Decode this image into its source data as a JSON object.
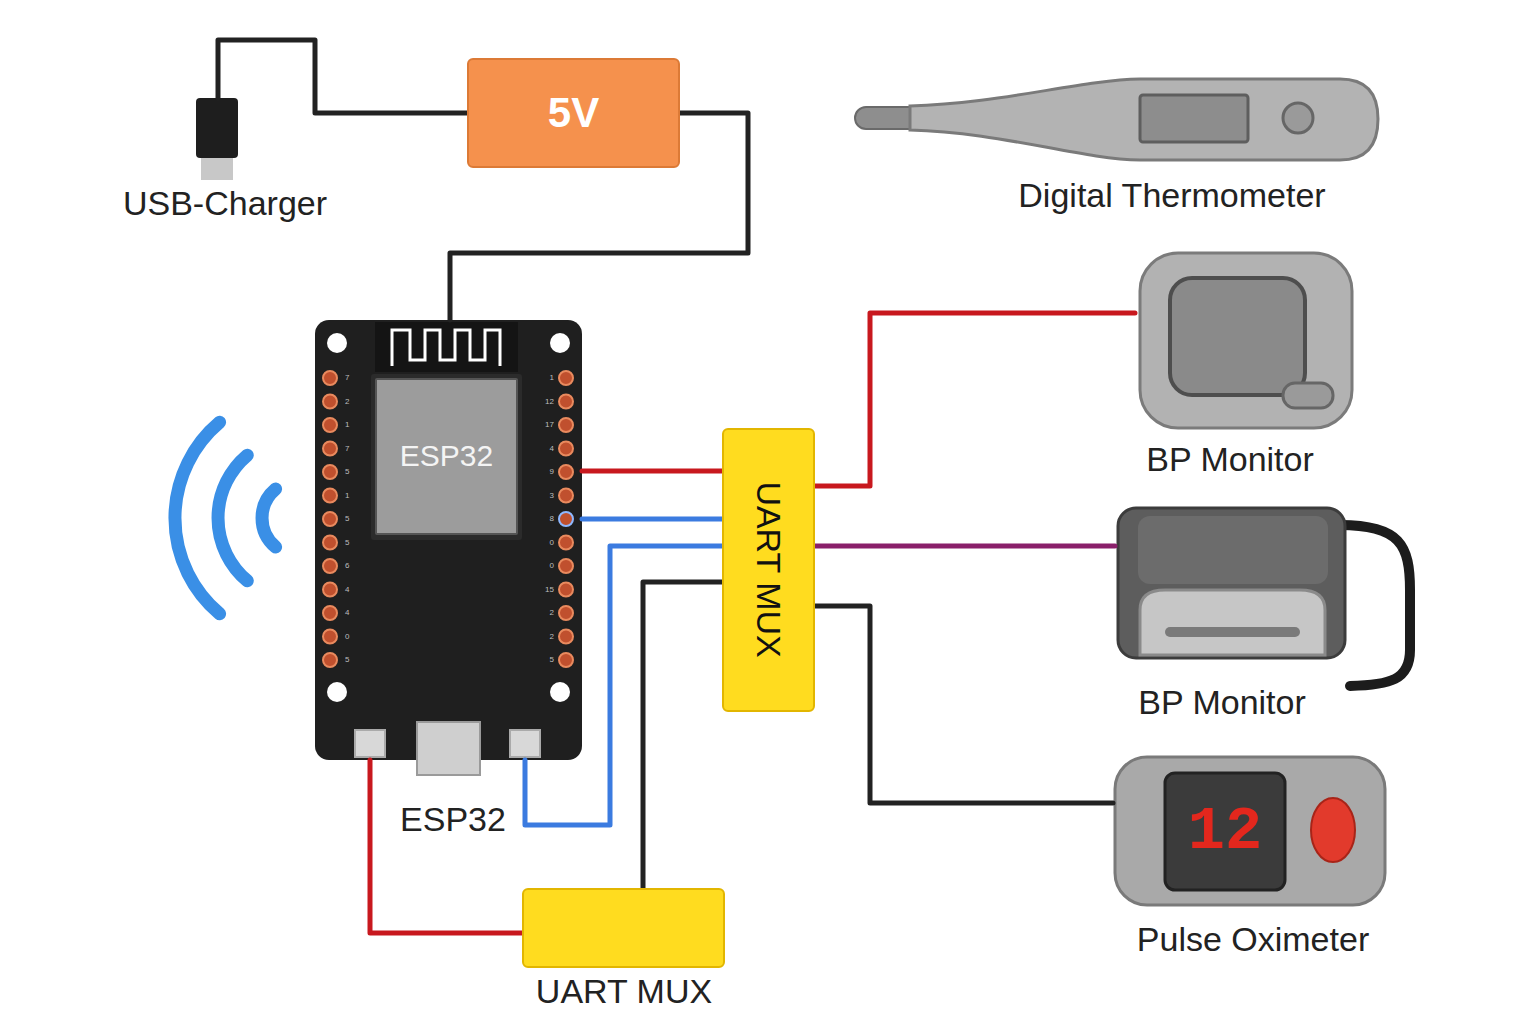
{
  "diagram": {
    "nodes": [
      {
        "text": [
          "USB-Charger"
        ]
      },
      {
        "text": [
          "5V"
        ]
      },
      {
        "text": [
          "Digital Thermometer"
        ]
      },
      {
        "text": [
          "ESP32"
        ]
      },
      {
        "text": [
          "ESP32"
        ],
        "in": 3
      },
      {
        "text": [
          "UART MUX"
        ]
      },
      {
        "text": [
          "BP Monitor"
        ]
      },
      {
        "text": [
          "BP Monitor"
        ]
      },
      {
        "text": [
          "Pulse Oximeter"
        ]
      },
      {
        "text": [
          "UART MUX"
        ]
      }
    ],
    "edges": [
      {
        "from": 0,
        "to": 1,
        "arrow": "none"
      },
      {
        "from": 1,
        "to": 3,
        "arrow": "none"
      },
      {
        "from": 3,
        "to": 5,
        "arrow": "none"
      },
      {
        "from": 3,
        "to": 5,
        "arrow": "none"
      },
      {
        "from": 3,
        "to": 5,
        "arrow": "none"
      },
      {
        "from": 3,
        "to": 9,
        "arrow": "none"
      },
      {
        "from": 9,
        "to": 5,
        "arrow": "none"
      },
      {
        "from": 5,
        "to": 6,
        "arrow": "none"
      },
      {
        "from": 5,
        "to": 7,
        "arrow": "none"
      },
      {
        "from": 5,
        "to": 8,
        "arrow": "none"
      }
    ],
    "labels": [
      "7",
      "2",
      "1",
      "7",
      "5",
      "1",
      "5",
      "5",
      "6",
      "4",
      "4",
      "0",
      "5",
      "1",
      "12",
      "17",
      "4",
      "9",
      "3",
      "8",
      "0",
      "0",
      "15",
      "2",
      "2",
      "5",
      "12"
    ]
  }
}
